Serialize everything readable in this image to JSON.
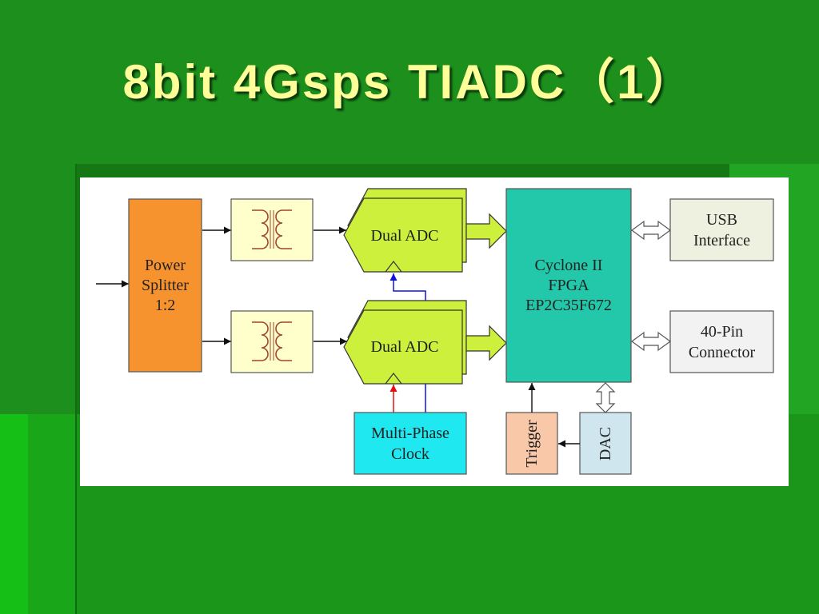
{
  "slide": {
    "title": "8bit 4Gsps TIADC（1）"
  },
  "diagram": {
    "power_splitter": {
      "lines": [
        "Power",
        "Splitter",
        "1:2"
      ]
    },
    "transformer_top": {
      "icon": "transformer-icon"
    },
    "transformer_bottom": {
      "icon": "transformer-icon"
    },
    "adc_top": {
      "label": "Dual ADC"
    },
    "adc_bottom": {
      "label": "Dual ADC"
    },
    "fpga": {
      "lines": [
        "Cyclone II",
        "FPGA",
        "EP2C35F672"
      ]
    },
    "usb": {
      "lines": [
        "USB",
        "Interface"
      ]
    },
    "connector": {
      "lines": [
        "40-Pin",
        "Connector"
      ]
    },
    "clock": {
      "lines": [
        "Multi-Phase",
        "Clock"
      ]
    },
    "trigger": {
      "label": "Trigger"
    },
    "dac": {
      "label": "DAC"
    }
  },
  "colors": {
    "power_splitter": "#f7932f",
    "transformer": "#ffffcc",
    "adc": "#ccf03c",
    "fpga": "#22c8a9",
    "usb": "#eef0e0",
    "connector": "#f2f2f2",
    "clock": "#1fe8f0",
    "trigger": "#f8c8a8",
    "dac": "#cfe6ef",
    "clock_line_red": "#e01010",
    "clock_line_blue": "#1010e0"
  }
}
